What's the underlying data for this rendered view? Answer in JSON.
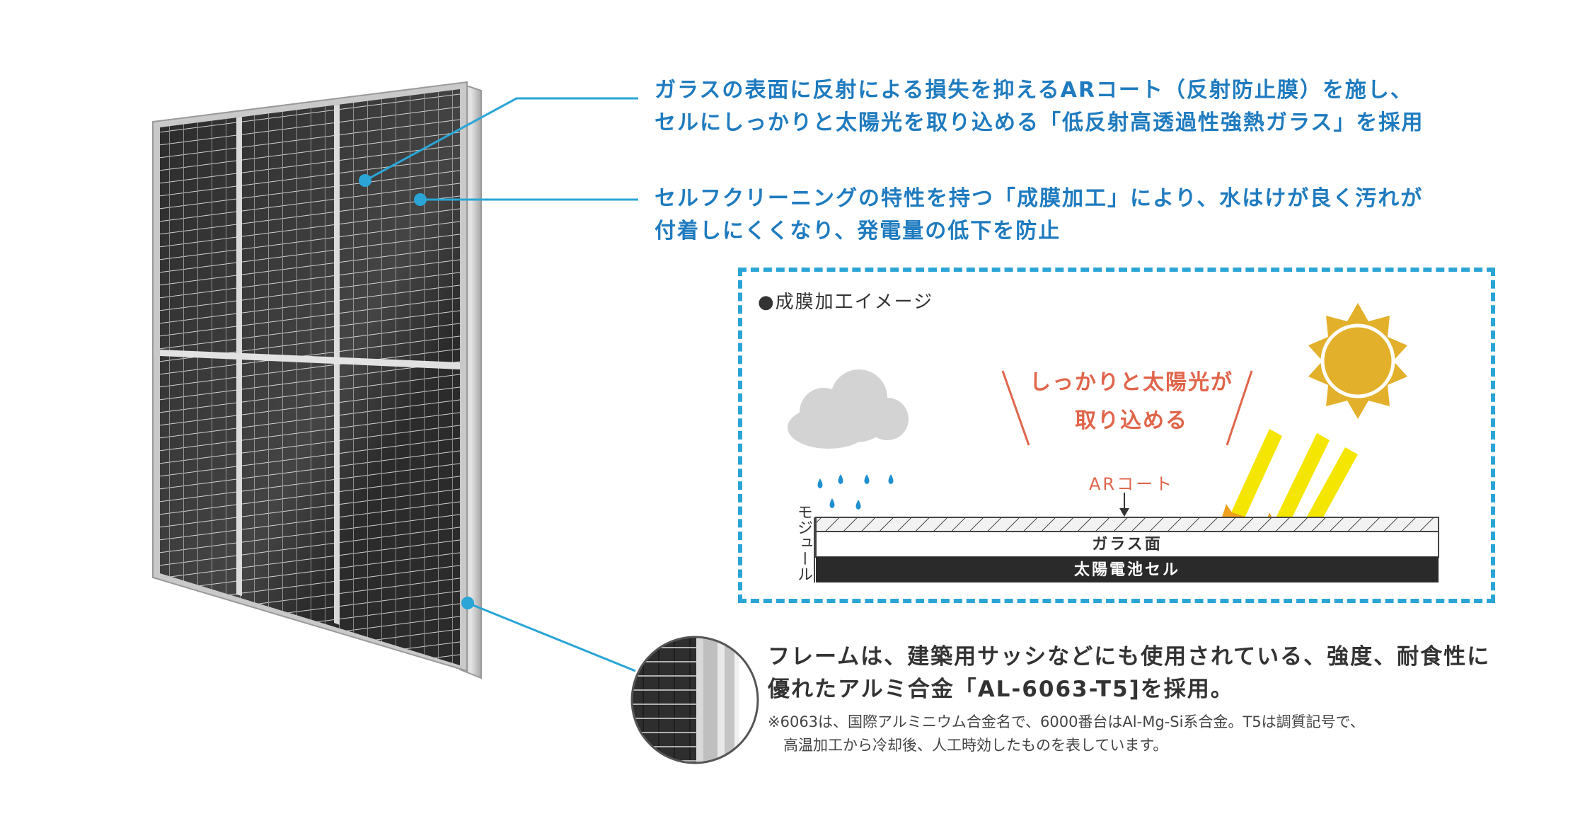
{
  "callouts": {
    "glass_line1": "ガラスの表面に反射による損失を抑えるARコート（反射防止膜）を施し、",
    "glass_line2": "セルにしっかりと太陽光を取り込める「低反射高透過性強熱ガラス」を採用",
    "coating_line1": "セルフクリーニングの特性を持つ「成膜加工」により、水はけが良く汚れが",
    "coating_line2": "付着しにくくなり、発電量の低下を防止",
    "frame_line1": "フレームは、建築用サッシなどにも使用されている、強度、耐食性に",
    "frame_line2": "優れたアルミ合金「AL-6063-T5]を採用。",
    "note_line1": "※6063は、国際アルミニウム合金名で、6000番台はAl-Mg-Si系合金。T5は調質記号で、",
    "note_line2": "高温加工から冷却後、人工時効したものを表しています。"
  },
  "inset": {
    "title": "●成膜加工イメージ",
    "sunlight_line1": "しっかりと太陽光が",
    "sunlight_line2": "取り込める",
    "ar_coat_label": "ARコート",
    "glass_label": "ガラス面",
    "cell_label": "太陽電池セル",
    "module_label": "モジュール"
  },
  "colors": {
    "callout_blue": "#1f7bbf",
    "leader_line": "#2aa5d6",
    "inset_border": "#2aa5d6",
    "accent_red": "#e0654b",
    "sun": "#e2b02a",
    "ray_yellow": "#f4e600",
    "ray_orange": "#f0a020",
    "cell_dark": "#2a2a2a"
  }
}
